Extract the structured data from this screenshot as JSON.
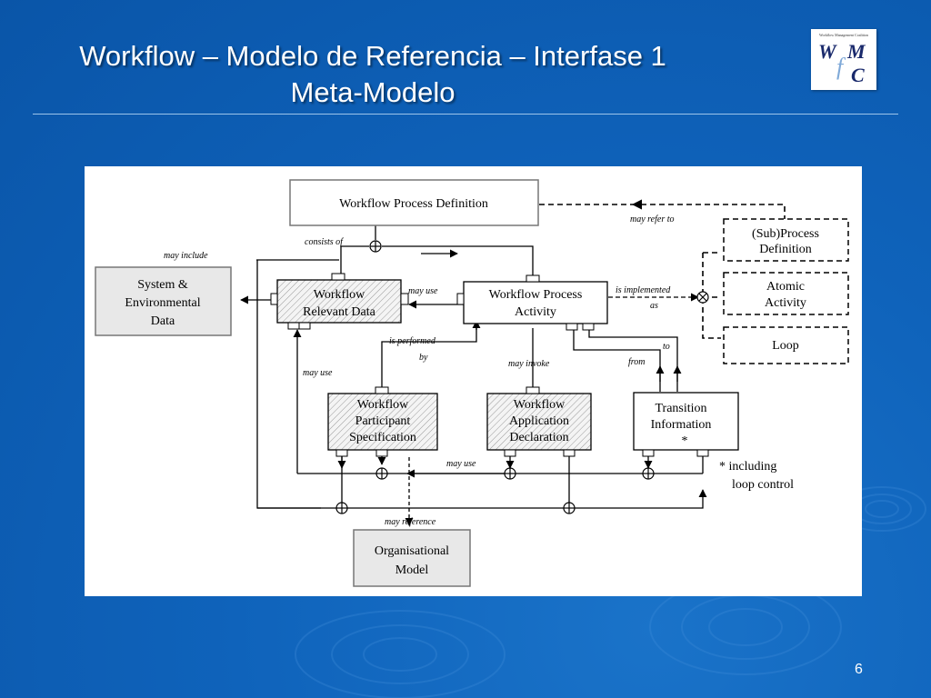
{
  "slide": {
    "title_line1": "Workflow – Modelo de Referencia – Interfase 1",
    "title_line2": "Meta-Modelo",
    "page_number": "6"
  },
  "logo": {
    "tagline": "Workflow Management Coalition",
    "letters": [
      "W",
      "f",
      "M",
      "C"
    ]
  },
  "diagram": {
    "boxes": {
      "wpd": "Workflow Process Definition",
      "sys_line1": "System &",
      "sys_line2": "Environmental",
      "sys_line3": "Data",
      "wrd_line1": "Workflow",
      "wrd_line2": "Relevant Data",
      "wpa_line1": "Workflow Process",
      "wpa_line2": "Activity",
      "sub_line1": "(Sub)Process",
      "sub_line2": "Definition",
      "atomic_line1": "Atomic",
      "atomic_line2": "Activity",
      "loop": "Loop",
      "wps_line1": "Workflow",
      "wps_line2": "Participant",
      "wps_line3": "Specification",
      "wad_line1": "Workflow",
      "wad_line2": "Application",
      "wad_line3": "Declaration",
      "ti_line1": "Transition",
      "ti_line2": "Information",
      "ti_line3": "*",
      "org_line1": "Organisational",
      "org_line2": "Model"
    },
    "labels": {
      "may_refer_to": "may refer to",
      "consists_of": "consists of",
      "may_include": "may include",
      "may_use_top": "may use",
      "is_implemented": "is implemented",
      "as": "as",
      "is_performed": "is performed",
      "by": "by",
      "may_use_left": "may use",
      "may_invoke": "may  invoke",
      "to": "to",
      "from": "from",
      "may_use_bottom": "may use",
      "may_reference": "may  reference",
      "including_line1": "* including",
      "including_line2": "loop control"
    }
  },
  "colors": {
    "background": "#0f63bb",
    "box_fill_grey": "#e8e8e8",
    "line": "#000000"
  }
}
